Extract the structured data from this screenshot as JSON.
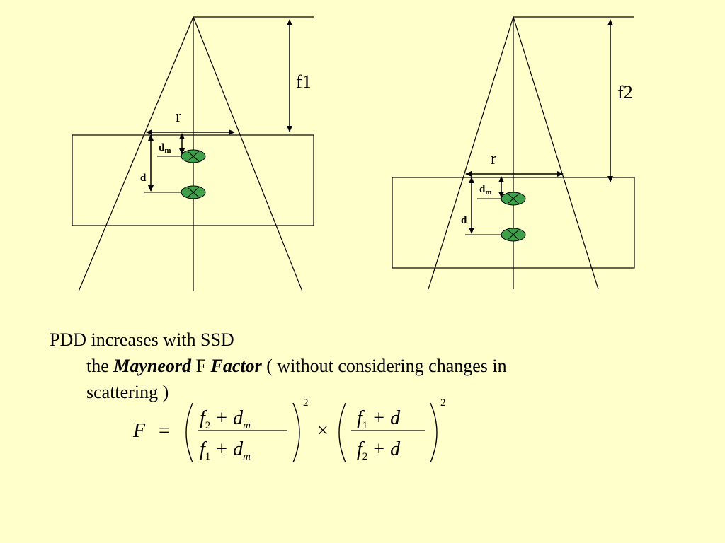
{
  "diagram": {
    "left": {
      "f_label": "f1",
      "r_label": "r",
      "dm_label": "d",
      "dm_sub": "m",
      "d_label": "d"
    },
    "right": {
      "f_label": "f2",
      "r_label": "r",
      "dm_label": "d",
      "dm_sub": "m",
      "d_label": "d"
    },
    "colors": {
      "background": "#ffffcc",
      "marker_fill": "#3fa04a",
      "line": "#000000"
    }
  },
  "text": {
    "line1": "PDD increases with SSD",
    "line2_pre": "the ",
    "line2_bold1": "Mayneord",
    "line2_mid": " F ",
    "line2_bold2": "Factor",
    "line2_post": "  ( without considering changes in",
    "line3": "scattering )"
  },
  "formula": {
    "lhs": "F",
    "equals": "=",
    "times": "×",
    "plus": "+",
    "exponent": "2",
    "f": "f",
    "d": "d",
    "sub1": "1",
    "sub2": "2",
    "subm": "m"
  }
}
